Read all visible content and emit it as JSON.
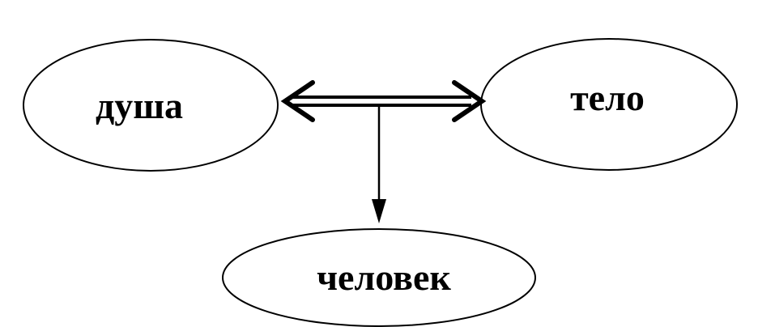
{
  "diagram": {
    "nodes": {
      "soul": "душа",
      "body": "тело",
      "human": "человек"
    },
    "edges": [
      {
        "from": "soul",
        "to": "body",
        "type": "bidirectional double arrow"
      },
      {
        "from": "soul-body link",
        "to": "human",
        "type": "arrow"
      }
    ],
    "colors": {
      "stroke": "#000000",
      "background": "#ffffff"
    }
  }
}
